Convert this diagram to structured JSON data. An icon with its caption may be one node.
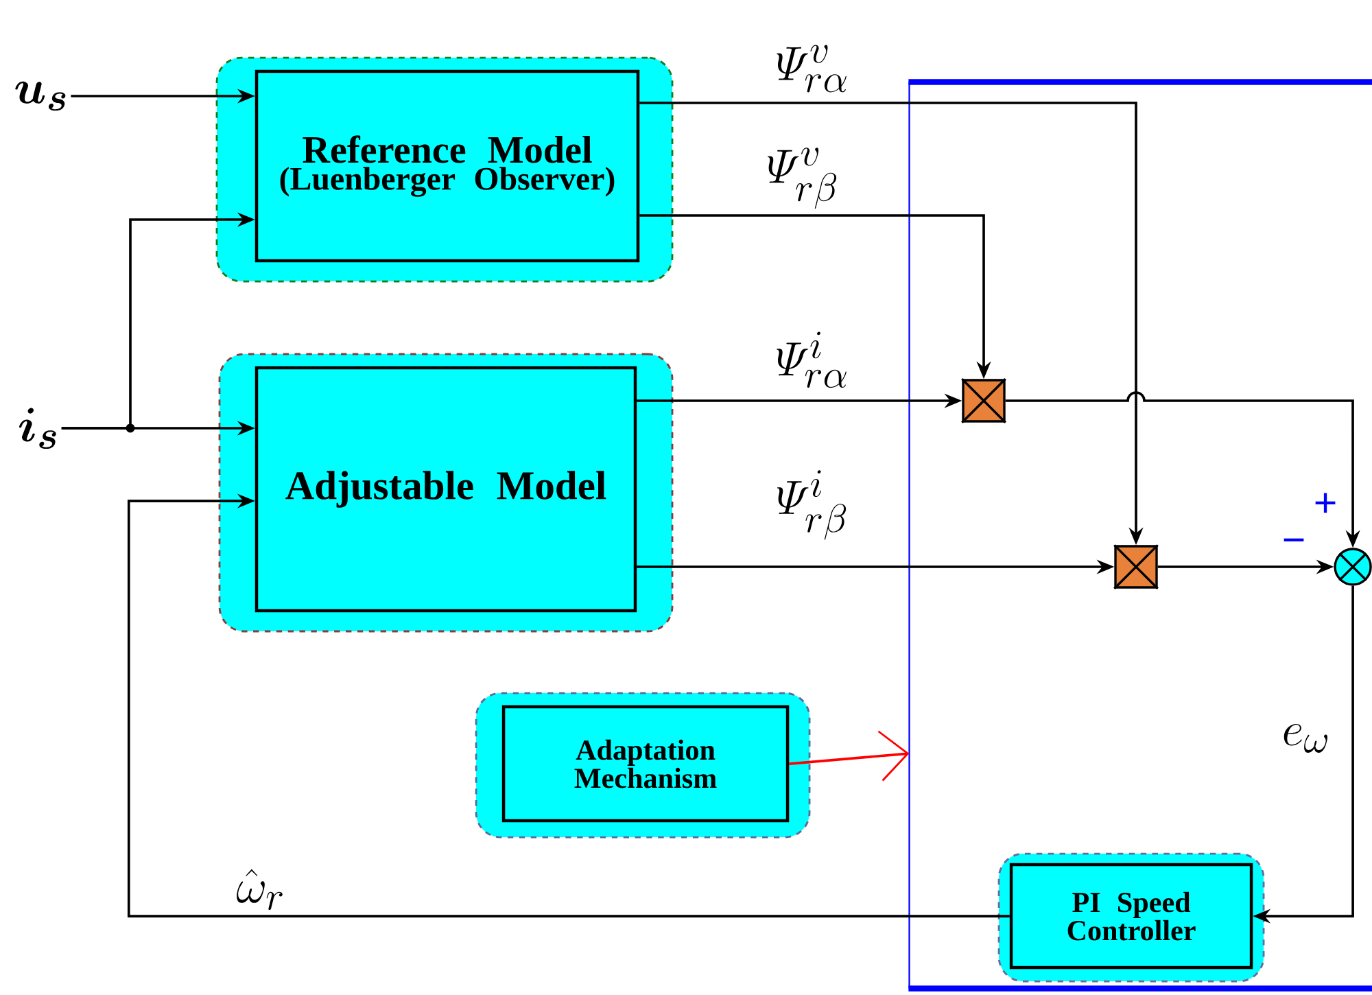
{
  "diagram": {
    "nodes": [
      {
        "text": [
          "u_s"
        ]
      },
      {
        "text": [
          "i_s"
        ]
      },
      {
        "text": [],
        "shape": "box"
      },
      {
        "text": [
          "Reference Model",
          "(Luenberger Observer)"
        ],
        "in": 2
      },
      {
        "text": [],
        "shape": "box"
      },
      {
        "text": [
          "Adjustable Model"
        ],
        "in": 4
      },
      {
        "text": [],
        "shape": "box"
      },
      {
        "text": [
          "Adaptation Mechanism"
        ],
        "in": 6
      },
      {
        "text": [],
        "shape": "box"
      },
      {
        "text": [],
        "shape": "box",
        "in": 8
      },
      {
        "text": [],
        "shape": "box",
        "in": 8
      },
      {
        "text": [],
        "shape": "circle",
        "in": 8
      },
      {
        "text": [],
        "shape": "box",
        "in": 8
      },
      {
        "text": [
          "PI Speed Controller"
        ],
        "in": 12
      }
    ],
    "edges": [
      {
        "from": 0,
        "to": 3,
        "arrow": "to"
      },
      {
        "from": 1,
        "to": 3,
        "arrow": "to"
      },
      {
        "from": 1,
        "to": 5,
        "arrow": "to"
      },
      {
        "from": 3,
        "to": 10,
        "arrow": "to",
        "label": "\\varPsi_{r\\alpha}^{v}"
      },
      {
        "from": 3,
        "to": 9,
        "arrow": "to",
        "label": "\\varPsi_{r\\beta}^{v}"
      },
      {
        "from": 5,
        "to": 9,
        "arrow": "to",
        "label": "\\varPsi_{r\\alpha}^{i}"
      },
      {
        "from": 5,
        "to": 10,
        "arrow": "to",
        "label": "\\varPsi_{r\\beta}^{i}"
      },
      {
        "from": 9,
        "to": 11,
        "arrow": "to"
      },
      {
        "from": 10,
        "to": 11,
        "arrow": "to"
      },
      {
        "from": 11,
        "to": 13,
        "arrow": "to",
        "label": "e_{\\omega}"
      },
      {
        "from": 13,
        "to": 5,
        "arrow": "to",
        "label": "\\hat{\\omega}_{r}"
      },
      {
        "from": 7,
        "to": 8,
        "arrow": "to",
        "color": "#ff0000"
      }
    ],
    "labels": [
      "+",
      "−"
    ]
  }
}
